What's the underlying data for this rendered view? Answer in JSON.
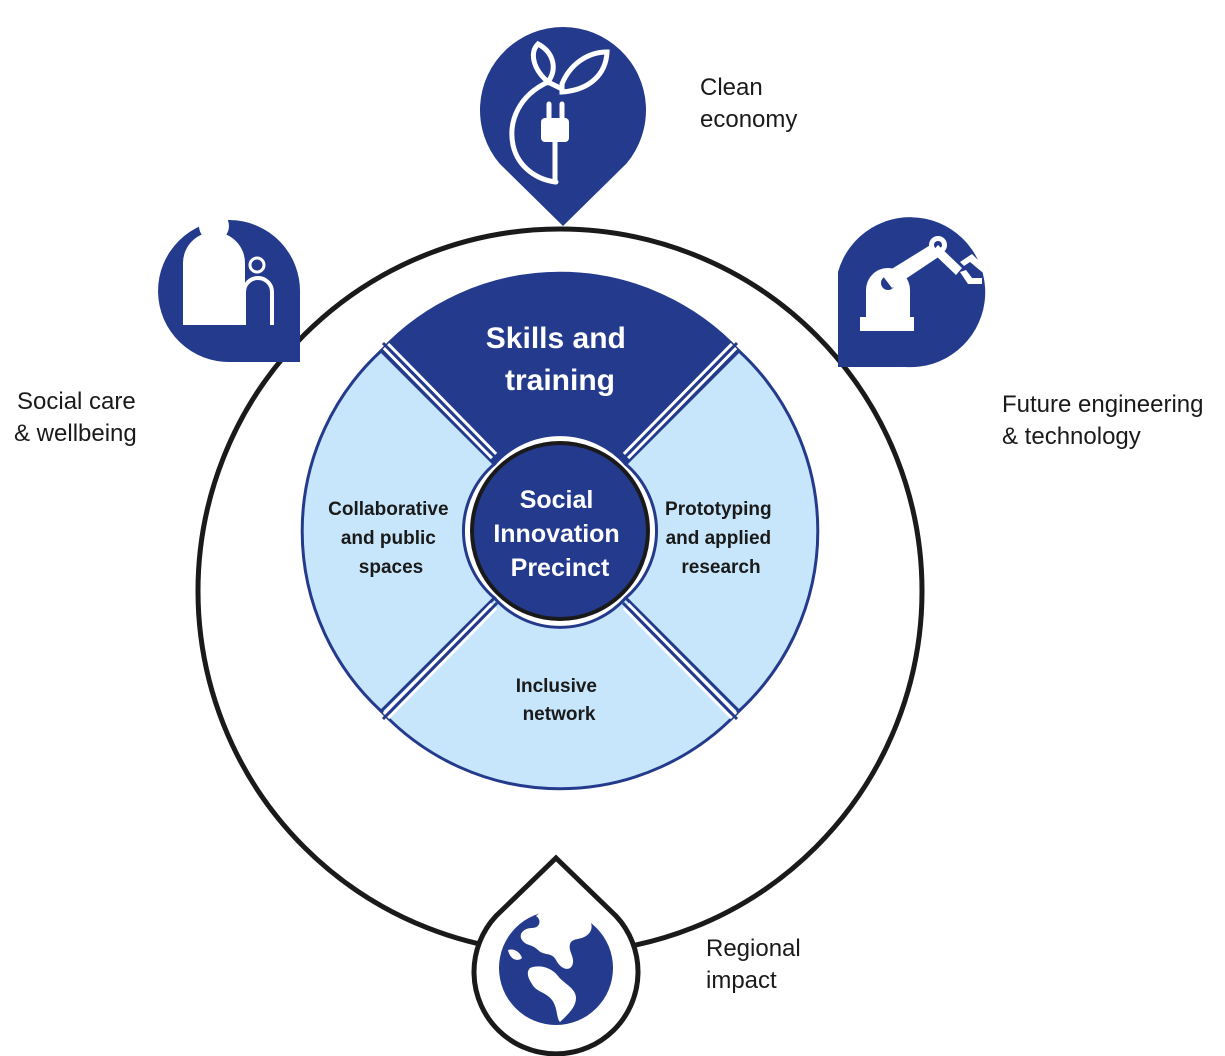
{
  "center": {
    "lines": [
      "Social",
      "Innovation",
      "Precinct"
    ]
  },
  "segments": {
    "top": {
      "lines": [
        "Skills and",
        "training"
      ]
    },
    "left": {
      "lines": [
        "Collaborative",
        "and public",
        "spaces"
      ]
    },
    "right": {
      "lines": [
        "Prototyping",
        "and applied",
        "research"
      ]
    },
    "bottom": {
      "lines": [
        "Inclusive",
        "network"
      ]
    }
  },
  "outer_themes": {
    "clean_economy": {
      "lines": [
        "Clean",
        "economy"
      ],
      "icon": "plug-leaf-icon"
    },
    "future_engineering": {
      "lines": [
        "Future engineering",
        "& technology"
      ],
      "icon": "robot-arm-icon"
    },
    "social_care": {
      "lines": [
        "Social care",
        "& wellbeing"
      ],
      "icon": "people-icon"
    },
    "regional_impact": {
      "lines": [
        "Regional",
        "impact"
      ],
      "icon": "globe-icon"
    }
  },
  "colors": {
    "dark_blue": "#243a8c",
    "light_blue": "#c7e6fb",
    "outline": "#1a1a1a",
    "white": "#ffffff"
  }
}
